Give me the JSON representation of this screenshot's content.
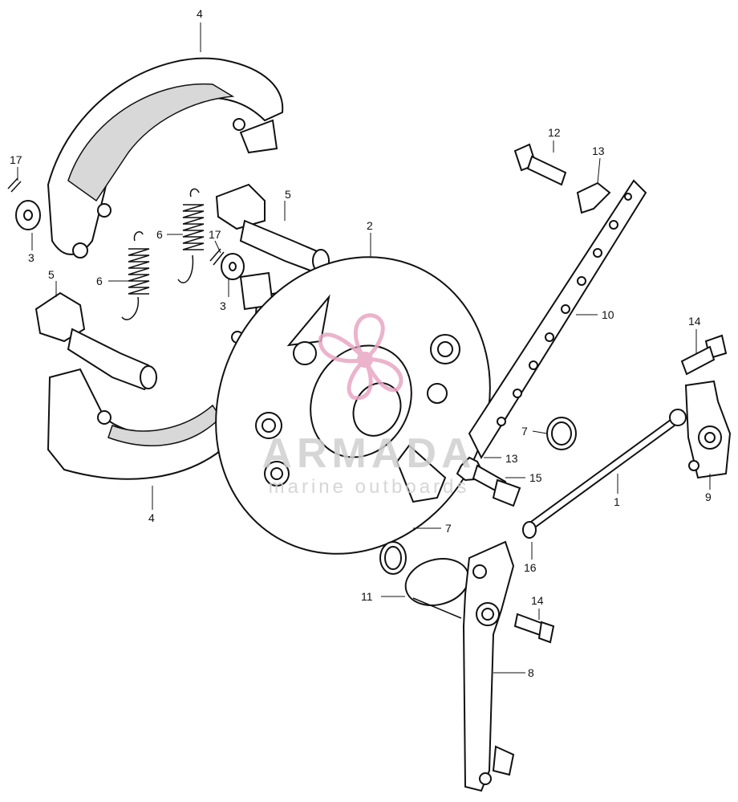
{
  "callouts": [
    {
      "id": "c4a",
      "text": "4"
    },
    {
      "id": "c17a",
      "text": "17"
    },
    {
      "id": "c3a",
      "text": "3"
    },
    {
      "id": "c6a",
      "text": "6"
    },
    {
      "id": "c6b",
      "text": "6"
    },
    {
      "id": "c5a",
      "text": "5"
    },
    {
      "id": "c17b",
      "text": "17"
    },
    {
      "id": "c3b",
      "text": "3"
    },
    {
      "id": "c2",
      "text": "2"
    },
    {
      "id": "c5b",
      "text": "5"
    },
    {
      "id": "c4b",
      "text": "4"
    },
    {
      "id": "c12",
      "text": "12"
    },
    {
      "id": "c13a",
      "text": "13"
    },
    {
      "id": "c10",
      "text": "10"
    },
    {
      "id": "c14a",
      "text": "14"
    },
    {
      "id": "c7a",
      "text": "7"
    },
    {
      "id": "c13b",
      "text": "13"
    },
    {
      "id": "c15",
      "text": "15"
    },
    {
      "id": "c1",
      "text": "1"
    },
    {
      "id": "c9",
      "text": "9"
    },
    {
      "id": "c7b",
      "text": "7"
    },
    {
      "id": "c16",
      "text": "16"
    },
    {
      "id": "c11",
      "text": "11"
    },
    {
      "id": "c14b",
      "text": "14"
    },
    {
      "id": "c8",
      "text": "8"
    }
  ],
  "watermark": {
    "brand": "ARMADA",
    "tagline": "marine outboards",
    "logo_icon": "propeller-logo-icon",
    "brand_color": "#e8a6c4",
    "text_color": "#cfcfcf"
  }
}
